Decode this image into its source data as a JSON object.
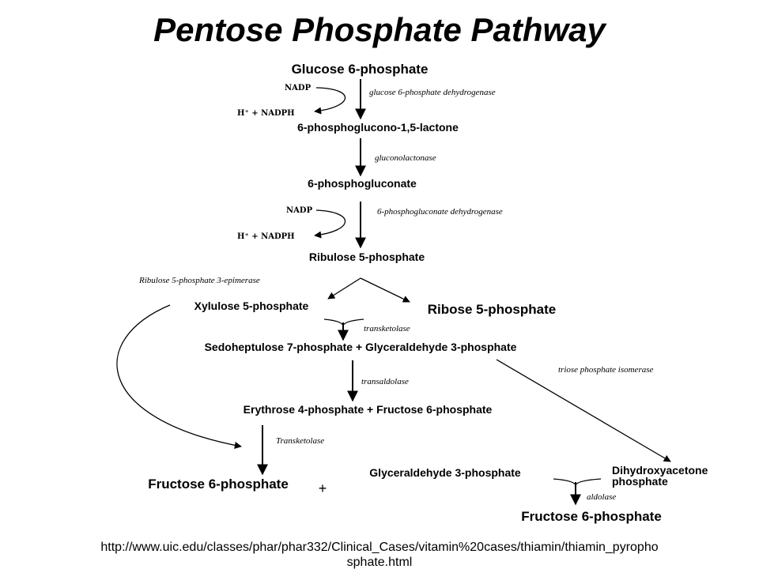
{
  "title": "Pentose Phosphate Pathway",
  "metabolites": {
    "glucose6p": "Glucose 6-phosphate",
    "lactone": "6-phosphoglucono-1,5-lactone",
    "gluconate": "6-phosphogluconate",
    "ribulose5p": "Ribulose 5-phosphate",
    "xylulose5p": "Xylulose 5-phosphate",
    "ribose5p": "Ribose 5-phosphate",
    "sedo_gap": "Sedoheptulose 7-phosphate + Glyceraldehyde 3-phosphate",
    "ery_f6p": "Erythrose 4-phosphate + Fructose 6-phosphate",
    "fructose6p_left": "Fructose 6-phosphate",
    "gap_bottom": "Glyceraldehyde 3-phosphate",
    "dhap_line1": "Dihydroxyacetone",
    "dhap_line2": "phosphate",
    "fructose6p_right": "Fructose 6-phosphate"
  },
  "cofactors": {
    "nadp_1": "NADP",
    "nadph_1": "H⁺ + NADPH",
    "nadp_2": "NADP",
    "nadph_2": "H⁺ + NADPH"
  },
  "enzymes": {
    "g6pdh": "glucose 6-phosphate dehydrogenase",
    "gluconolactonase": "gluconolactonase",
    "pgdh": "6-phosphogluconate dehydrogenase",
    "epimerase": "Ribulose 5-phosphate 3-epimerase",
    "transketolase_1": "transketolase",
    "transaldolase": "transaldolase",
    "tpi": "triose phosphate isomerase",
    "transketolase_2": "Transketolase",
    "aldolase": "aldolase"
  },
  "plus_sign": "+",
  "source_url_line1": "http://www.uic.edu/classes/phar/phar332/Clinical_Cases/vitamin%20cases/thiamin/thiamin_pyropho",
  "source_url_line2": "sphate.html"
}
